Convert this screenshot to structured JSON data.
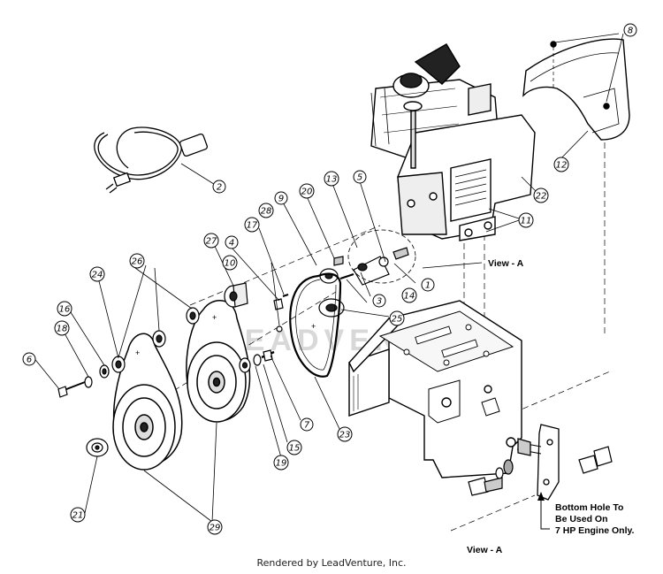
{
  "watermark": "LEADVENTURE",
  "callouts": [
    {
      "id": "c1",
      "label": "1"
    },
    {
      "id": "c2",
      "label": "2"
    },
    {
      "id": "c3",
      "label": "3"
    },
    {
      "id": "c4",
      "label": "4"
    },
    {
      "id": "c5",
      "label": "5"
    },
    {
      "id": "c6",
      "label": "6"
    },
    {
      "id": "c7",
      "label": "7"
    },
    {
      "id": "c8",
      "label": "8"
    },
    {
      "id": "c9",
      "label": "9"
    },
    {
      "id": "c10",
      "label": "10"
    },
    {
      "id": "c11",
      "label": "11"
    },
    {
      "id": "c12",
      "label": "12"
    },
    {
      "id": "c13",
      "label": "13"
    },
    {
      "id": "c14",
      "label": "14"
    },
    {
      "id": "c15",
      "label": "15"
    },
    {
      "id": "c16",
      "label": "16"
    },
    {
      "id": "c17",
      "label": "17"
    },
    {
      "id": "c18",
      "label": "18"
    },
    {
      "id": "c19",
      "label": "19"
    },
    {
      "id": "c20",
      "label": "20"
    },
    {
      "id": "c21",
      "label": "21"
    },
    {
      "id": "c22",
      "label": "22"
    },
    {
      "id": "c23",
      "label": "23"
    },
    {
      "id": "c24",
      "label": "24"
    },
    {
      "id": "c25",
      "label": "25"
    },
    {
      "id": "c26",
      "label": "26"
    },
    {
      "id": "c27",
      "label": "27"
    },
    {
      "id": "c28",
      "label": "28"
    },
    {
      "id": "c29",
      "label": "29"
    }
  ],
  "notes": {
    "view_a_top": "View - A",
    "view_a_bottom": "View - A",
    "bottom_hole_line1": "Bottom Hole To",
    "bottom_hole_line2": "Be Used On",
    "bottom_hole_line3": "7 HP Engine Only."
  },
  "footer": "Rendered by LeadVenture, Inc."
}
